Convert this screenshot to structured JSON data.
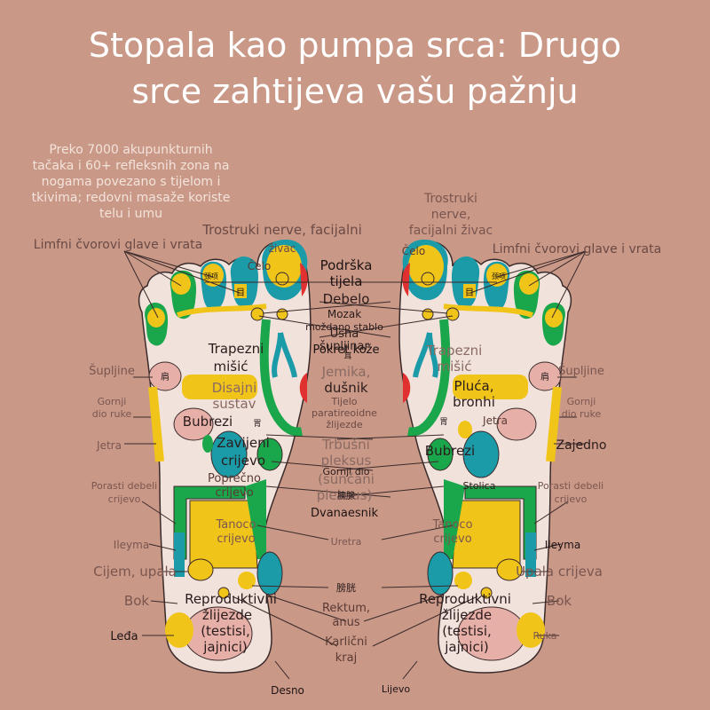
{
  "title": {
    "line1": "Stopala kao pumpa srca: Drugo",
    "line2": "srce zahtijeva vašu pažnju"
  },
  "intro": "Preko 7000 akupunkturnih tačaka i 60+ refleksnih zona na nogama povezano s tijelom i tkivima; redovni masaže koriste telu i umu",
  "colors": {
    "background": "#c99887",
    "green": "#1aa64a",
    "yellow": "#f1c419",
    "teal": "#1b9aa8",
    "red": "#e0302f",
    "pink": "#e6b0a8",
    "outline": "#3a2a2a"
  },
  "labels": {
    "trostruki_l": "Trostruki nerve, facijalni",
    "zivac_l": "živac",
    "trostruki_r1": "Trostruki",
    "trostruki_r2": "nerve,",
    "trostruki_r3": "facijalni živac",
    "limfni_l": "Limfni čvorovi glave i vrata",
    "limfni_r": "Limfni čvorovi glave i vrata",
    "celo_l": "Čelo",
    "celo_r": "Čelo",
    "podrska1": "Podrška",
    "podrska2": "tijela",
    "debelo": "Debelo",
    "mozak": "Mozak",
    "mozdano": "moždano stablo",
    "usha": "Usha",
    "supljinar": "šupljinar",
    "pokret": "Pokret kože",
    "trapezni_l1": "Trapezni",
    "trapezni_l2": "mišić",
    "trapezni_r1": "Trapezni",
    "trapezni_r2": "mišić",
    "jemika1": "Jemika,",
    "jemika2": "dušnik",
    "tijelo": "Tijelo",
    "paratireoidne": "paratireoidne",
    "zlijezde": "žlijezde",
    "supljine_l": "Šupljine",
    "supljine_r": "Šupljine",
    "gornji_l1": "Gornji",
    "gornji_l2": "dio ruke",
    "gornji_r1": "Gornji",
    "gornji_r2": "dio ruke",
    "disajni1": "Disajni",
    "disajni2": "sustav",
    "pluca1": "Pluća,",
    "pluca2": "bronhi",
    "bubrezi_l": "Bubrezi",
    "bubrezi_r": "Bubrezi",
    "jetra_l": "Jetra",
    "jetra_r": "Jetra",
    "zajedno": "Zajedno",
    "zavijeni1": "Zavijeni",
    "zavijeni2": "crijevo",
    "trbusni1": "Trbušni",
    "trbusni2": "pleksus",
    "suncani": "(sunčani",
    "pleksus": "pleksus)",
    "gornji_dio": "Gornji dio",
    "poprecno1": "Poprečno",
    "poprecno2": "crijevo",
    "dvanaesnik": "Dvanaesnik",
    "porasti_l1": "Porasti debeli",
    "porasti_l2": "crijevo",
    "porasti_r1": "Porasti debeli",
    "porasti_r2": "crijevo",
    "stolica": "Stolica",
    "tanoco_l1": "Tanoco",
    "tanoco_l2": "crijevo",
    "tanoco_r1": "Tanoco",
    "tanoco_r2": "crijevo",
    "ileyma_l": "Ileyma",
    "ileyma_r": "Ileyma",
    "uretra": "Uretra",
    "cijem": "Cijem, upala",
    "upala_r": "Upala crijeva",
    "bok_l": "Bok",
    "bok_r": "Bok",
    "bladder_cjk": "膀胱",
    "rektum1": "Rektum,",
    "rektum2": "anus",
    "repro_l1": "Reproduktivni",
    "repro_l2": "žlijezde",
    "repro_l3": "(testisi,",
    "repro_l4": "jajnici)",
    "repro_r1": "Reproduktivni",
    "repro_r2": "žlijezde",
    "repro_r3": "(testisi,",
    "repro_r4": "jajnici)",
    "karlicni1": "Karlični",
    "karlicni2": "kraj",
    "leda": "Leđa",
    "ruka": "Ruka",
    "desno": "Desno",
    "lijevo": "Lijevo",
    "eye_cjk": "目",
    "shoulder_cjk": "肩",
    "stomach_cjk": "胃",
    "pancreas_cjk": "胰腺",
    "ear_cjk": "耳",
    "sinus_cjk": "颈项"
  }
}
